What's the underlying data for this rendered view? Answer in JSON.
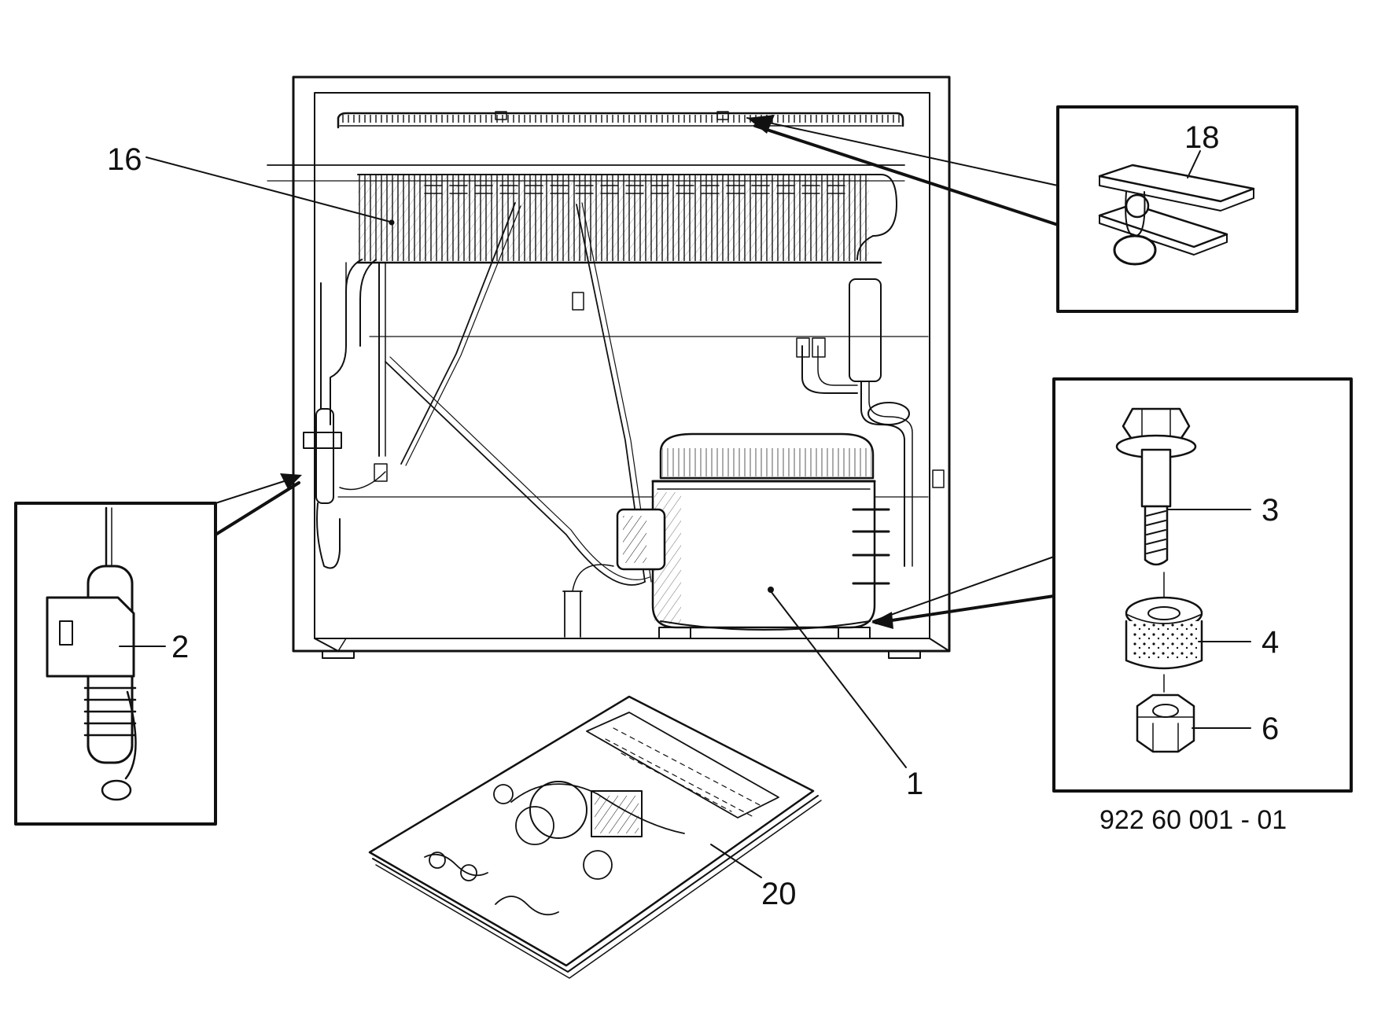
{
  "labels": {
    "compressor": "1",
    "thermostat_sensor": "2",
    "mounting_bolt": "3",
    "rubber_grommet": "4",
    "nut": "6",
    "evaporator": "16",
    "clip": "18",
    "instruction_booklet": "20"
  },
  "part_number": "922 60 001 - 01",
  "colors": {
    "ink": "#111111",
    "paper": "#ffffff"
  }
}
